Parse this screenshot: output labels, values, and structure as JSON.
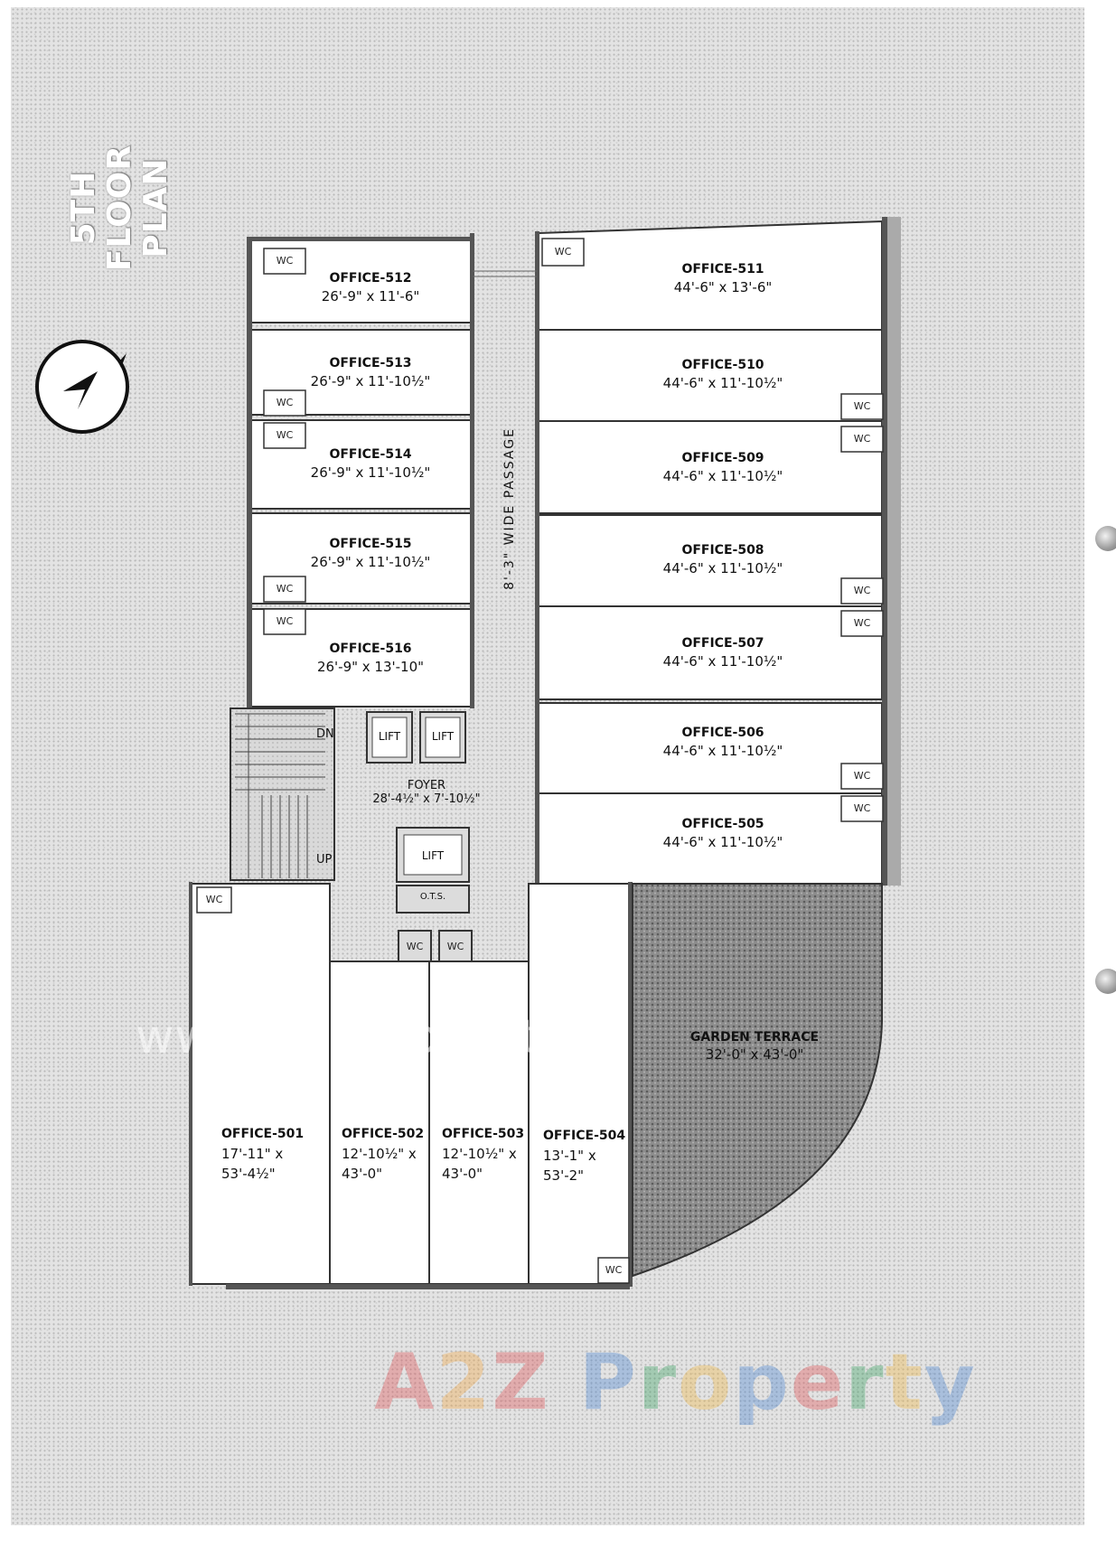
{
  "title": {
    "line1": "5TH",
    "line2": "FLOOR PLAN"
  },
  "compass": {
    "icon": "north-arrow-icon"
  },
  "offices_left": [
    {
      "name": "OFFICE-512",
      "dim": "26'-9\" x 11'-6\""
    },
    {
      "name": "OFFICE-513",
      "dim": "26'-9\" x 11'-10½\""
    },
    {
      "name": "OFFICE-514",
      "dim": "26'-9\" x 11'-10½\""
    },
    {
      "name": "OFFICE-515",
      "dim": "26'-9\" x 11'-10½\""
    },
    {
      "name": "OFFICE-516",
      "dim": "26'-9\" x 13'-10\""
    }
  ],
  "offices_right": [
    {
      "name": "OFFICE-511",
      "dim": "44'-6\" x 13'-6\""
    },
    {
      "name": "OFFICE-510",
      "dim": "44'-6\" x 11'-10½\""
    },
    {
      "name": "OFFICE-509",
      "dim": "44'-6\" x 11'-10½\""
    },
    {
      "name": "OFFICE-508",
      "dim": "44'-6\" x 11'-10½\""
    },
    {
      "name": "OFFICE-507",
      "dim": "44'-6\" x 11'-10½\""
    },
    {
      "name": "OFFICE-506",
      "dim": "44'-6\" x 11'-10½\""
    },
    {
      "name": "OFFICE-505",
      "dim": "44'-6\" x 11'-10½\""
    }
  ],
  "offices_bottom": [
    {
      "name": "OFFICE-501",
      "dim": "17'-11\" x 53'-4½\""
    },
    {
      "name": "OFFICE-502",
      "dim": "12'-10½\" x 43'-0\""
    },
    {
      "name": "OFFICE-503",
      "dim": "12'-10½\" x 43'-0\""
    },
    {
      "name": "OFFICE-504",
      "dim": "13'-1\" x 53'-2\""
    }
  ],
  "passage": "8'-3\" WIDE PASSAGE",
  "foyer": {
    "name": "FOYER",
    "dim": "28'-4½\" x 7'-10½\""
  },
  "stairs": {
    "down": "DN",
    "up": "UP"
  },
  "lifts": [
    "LIFT",
    "LIFT",
    "LIFT"
  ],
  "ots": "O.T.S.",
  "wc_label": "WC",
  "garden": {
    "name": "GARDEN TERRACE",
    "dim": "32'-0\" x 43'-0\""
  },
  "watermark_small": "www.A2ZProperty.in",
  "watermark_logo": {
    "parts": [
      "A",
      "2",
      "Z",
      " ",
      "P",
      "r",
      "o",
      "p",
      "e",
      "r",
      "t",
      "y"
    ],
    "colors": [
      "#e0474c",
      "#f2a33a",
      "#e0474c",
      "#ffffff",
      "#3f7fd1",
      "#2f9e5a",
      "#f0b43a",
      "#3f7fd1",
      "#e0474c",
      "#2f9e5a",
      "#f0b43a",
      "#3f7fd1"
    ]
  }
}
